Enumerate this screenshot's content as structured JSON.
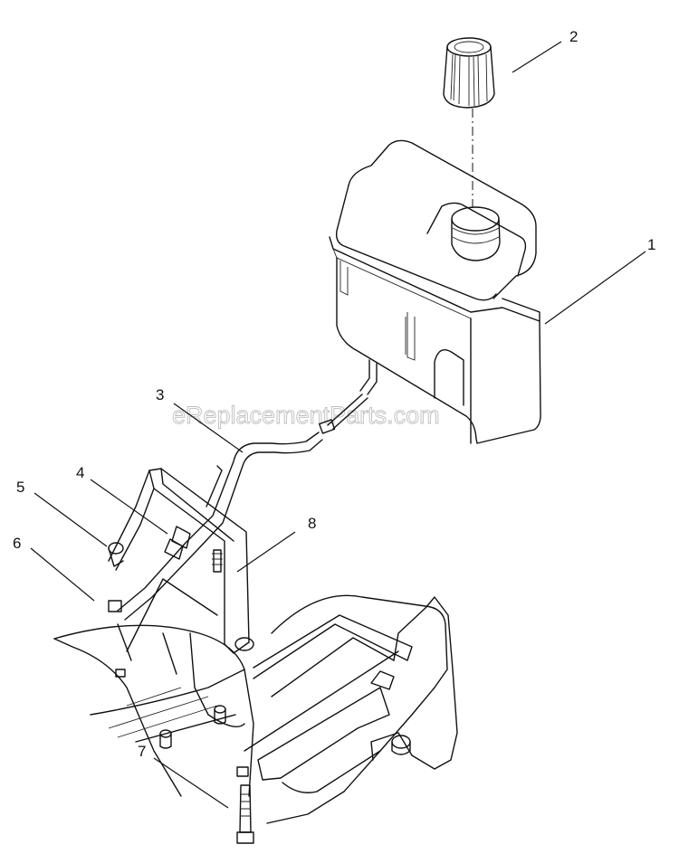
{
  "watermark": "eReplacementParts.com",
  "callouts": [
    {
      "id": "1",
      "part": "fuel-tank"
    },
    {
      "id": "2",
      "part": "fuel-cap"
    },
    {
      "id": "3",
      "part": "fuel-line"
    },
    {
      "id": "4",
      "part": "hose-clamp"
    },
    {
      "id": "5",
      "part": "fuel-valve"
    },
    {
      "id": "6",
      "part": "hose-end-clip"
    },
    {
      "id": "7",
      "part": "bolt"
    },
    {
      "id": "8",
      "part": "tank-bracket"
    }
  ]
}
